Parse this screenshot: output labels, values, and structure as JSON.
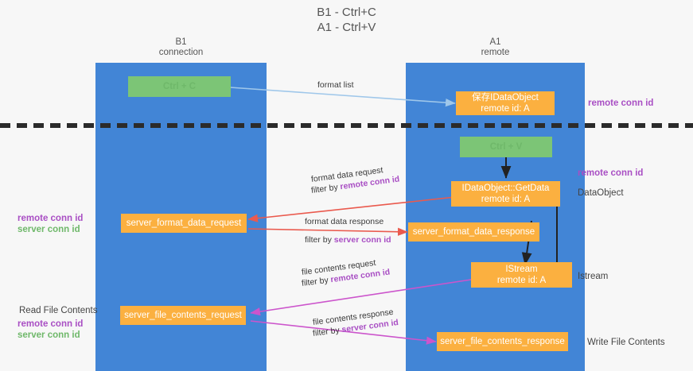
{
  "title": "B1 - Ctrl+C\nA1 - Ctrl+V",
  "columns": {
    "left": {
      "heading": "B1\nconnection",
      "lane_color": "#4285d6"
    },
    "right": {
      "heading": "A1\nremote",
      "lane_color": "#4285d6"
    }
  },
  "colors": {
    "lane": "#4285d6",
    "green_node": "#7cc576",
    "orange_node": "#fbb040",
    "purple_text": "#a94fc4",
    "green_text": "#6fb86a",
    "blue_arrow": "#9fc7ea",
    "red_arrow": "#ea5a4e",
    "magenta_arrow": "#cc55cc",
    "dark_arrow": "#222222",
    "separator": "#2b2b2b"
  },
  "nodes": {
    "ctrl_c": {
      "label": "Ctrl + C",
      "style": "green"
    },
    "save_idataobject": {
      "label": "保存IDataObject\nremote id: A",
      "style": "orange"
    },
    "ctrl_v": {
      "label": "Ctrl + V",
      "style": "green"
    },
    "idataobject_getdata": {
      "label": "IDataObject::GetData\nremote id: A",
      "style": "orange"
    },
    "server_format_data_request": {
      "label": "server_format_data_request",
      "style": "orange"
    },
    "server_format_data_response": {
      "label": "server_format_data_response",
      "style": "orange"
    },
    "istream": {
      "label": "IStream\nremote id: A",
      "style": "orange"
    },
    "server_file_contents_request": {
      "label": "server_file_contents_request",
      "style": "orange"
    },
    "server_file_contents_response": {
      "label": "server_file_contents_response",
      "style": "orange"
    }
  },
  "edge_labels": {
    "format_list": {
      "line1": "format list",
      "line2": "",
      "line2_accent": ""
    },
    "format_data_request": {
      "line1": "format data request",
      "line2_prefix": "filter by ",
      "line2_accent": "remote conn id"
    },
    "format_data_response": {
      "line1": "format data response",
      "line2_prefix": "filter by ",
      "line2_accent": "server conn id"
    },
    "file_contents_request": {
      "line1": "file contents request",
      "line2_prefix": "filter by ",
      "line2_accent": "remote conn id"
    },
    "file_contents_response": {
      "line1": "file contents response",
      "line2_prefix": "filter by ",
      "line2_accent": "server conn id"
    }
  },
  "annotations": {
    "right_remote_conn_id_top": "remote conn id",
    "right_remote_conn_id_middle": "remote conn id",
    "right_dataobject": "DataObject",
    "right_istream": "Istream",
    "right_write_file_contents": "Write File Contents",
    "left_conn_ids_middle": {
      "purple": "remote conn id",
      "green": "server conn id"
    },
    "left_read_file_contents": "Read File Contents",
    "left_conn_ids_bottom": {
      "purple": "remote conn id",
      "green": "server conn id"
    }
  }
}
